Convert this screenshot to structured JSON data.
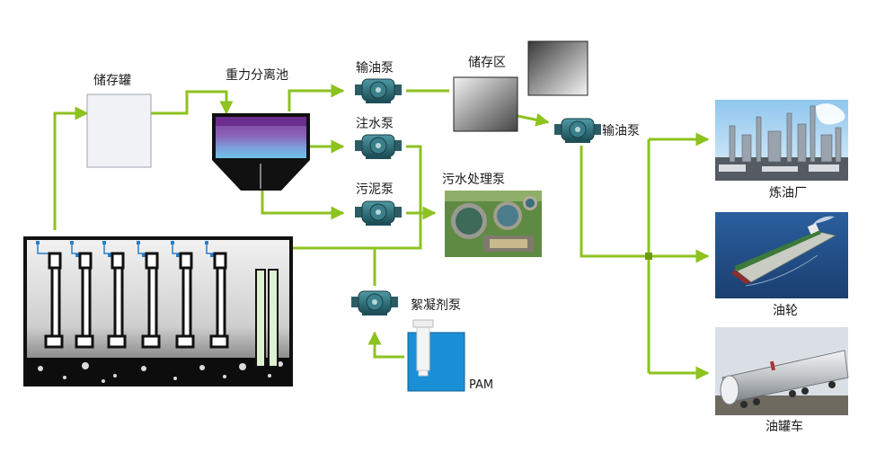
{
  "labels": {
    "storage_tank": "储存罐",
    "separation_tank": "重力分离池",
    "oil_pump_1": "输油泵",
    "water_injection_pump": "注水泵",
    "sludge_pump": "污泥泵",
    "storage_area": "储存区",
    "oil_pump_2": "输油泵",
    "wastewater_pump": "污水处理泵",
    "flocculant_pump": "絮凝剂泵",
    "pam": "PAM",
    "refinery": "炼油厂",
    "tanker": "油轮",
    "tank_car": "油罐车"
  },
  "colors": {
    "flow_line": "#8dc21f",
    "pump_body": "#2e6f7a",
    "pam_tank": "#1a8fd6",
    "separation_top": "#7b3f98",
    "separation_bottom": "#6fc3e8"
  },
  "icons": {
    "pump": "rotary-lobe-pump-icon",
    "arrow": "arrow-right-icon"
  }
}
